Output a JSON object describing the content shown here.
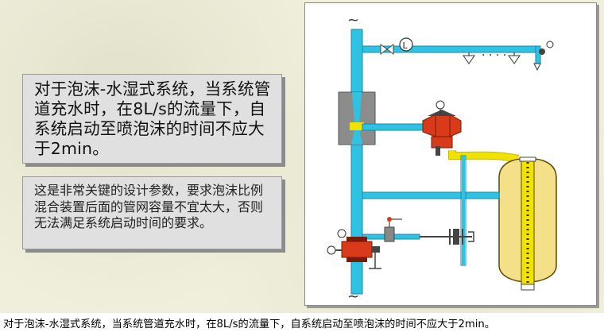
{
  "main_text": "对于泡沫-水湿式系统，当系统管道充水时，在8L/s的流量下，自系统启动至喷泡沫的时间不应大于2min。",
  "note_text": "这是非常关键的设计参数，要求泡沫比例混合装置后面的管网容量不宜太大，否则无法满足系统启动时间的要求。",
  "caption": "对于泡沫-水湿式系统，当系统管道充水时，在8L/s的流量下，自系统启动至喷泡沫的时间不应大于2min。",
  "diagram": {
    "flow_symbol": "L",
    "dots": "· · · ·",
    "break_symbol": "~",
    "colors": {
      "pipe_water": "#2ec3e3",
      "pipe_foam": "#f2e200",
      "tank": "#f5e08a",
      "valve": "#d83a1a",
      "proportioner": "#8c8c8c"
    }
  }
}
